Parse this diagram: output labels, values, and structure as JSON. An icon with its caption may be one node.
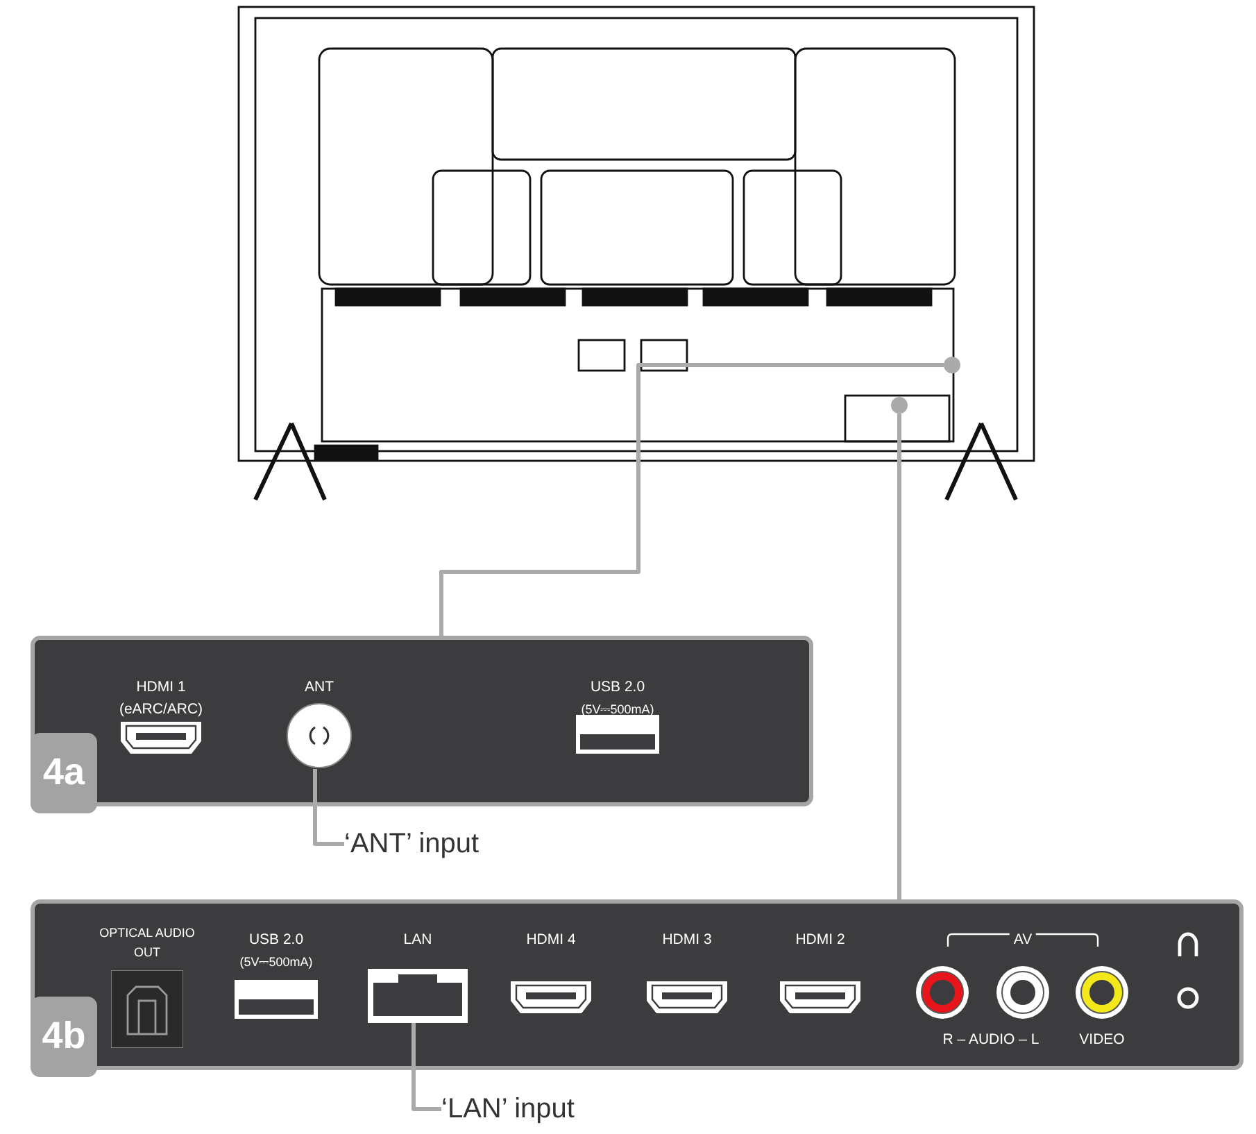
{
  "diagram": {
    "nodes": [
      {
        "text": [],
        "shape": "picture"
      },
      {
        "text": [],
        "shape": "circle",
        "in": 0
      },
      {
        "text": [],
        "shape": "circle",
        "in": 0
      },
      {
        "text": [
          "4a"
        ]
      },
      {
        "text": [],
        "shape": "circle",
        "in": 3,
        "beside": [
          "ANT"
        ]
      },
      {
        "text": [
          "4b"
        ]
      },
      {
        "text": [],
        "shape": "box",
        "in": 5,
        "beside": [
          "LAN"
        ]
      },
      {
        "text": [
          "‘ANT’ input"
        ]
      },
      {
        "text": [
          "‘LAN’ input"
        ]
      }
    ],
    "edges": [
      {
        "from": 1,
        "to": 3,
        "arrow": "none"
      },
      {
        "from": 2,
        "to": 5,
        "arrow": "none"
      },
      {
        "from": 7,
        "to": 4,
        "arrow": "none"
      },
      {
        "from": 8,
        "to": 6,
        "arrow": "none"
      }
    ],
    "labels": [
      "HDMI 1",
      "(eARC/ARC)",
      "USB 2.0",
      "(5V⎓500mA)",
      "OPTICAL AUDIO OUT",
      "USB 2.0",
      "(5V⎓500mA)",
      "HDMI 4",
      "HDMI 3",
      "HDMI 2",
      "AV",
      "R – AUDIO – L",
      "VIDEO"
    ]
  }
}
